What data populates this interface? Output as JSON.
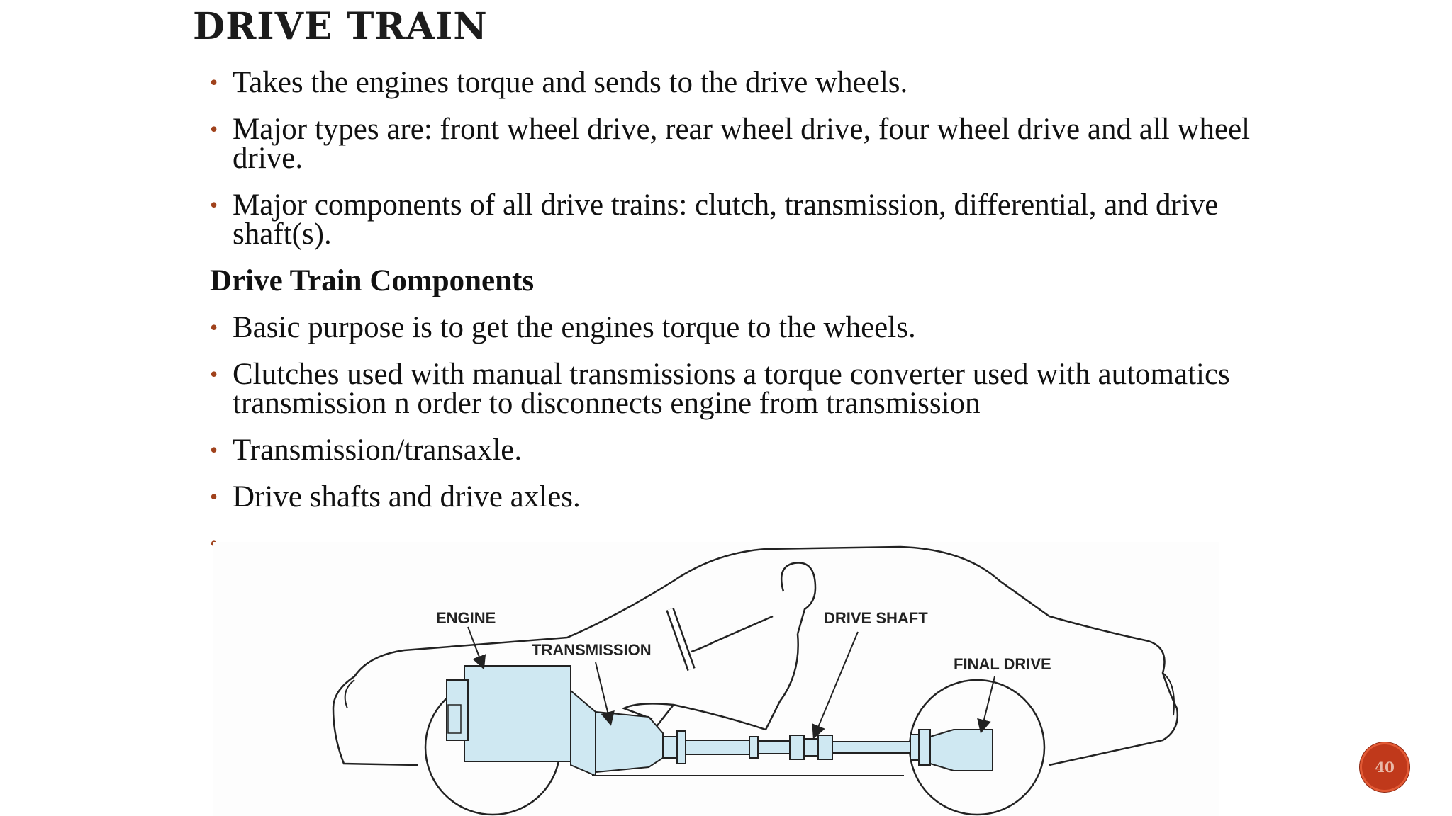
{
  "slide": {
    "title": "DRIVE TRAIN",
    "bullets_top": [
      "Takes the engines torque and sends to the drive wheels.",
      "Major types are: front wheel drive, rear wheel drive, four wheel drive and all wheel drive.",
      "Major components of all drive trains: clutch, transmission, differential, and drive shaft(s)."
    ],
    "subheading": "Drive Train Components",
    "bullets_bottom": [
      "Basic purpose is to get the engines torque to the wheels.",
      "Clutches used with manual transmissions a torque converter used with automatics transmission n order to disconnects engine from transmission",
      "Transmission/transaxle.",
      "Drive shafts and drive axles.",
      ""
    ],
    "bullet_glyph": "•",
    "page_number": "40"
  },
  "diagram": {
    "labels": {
      "engine": "ENGINE",
      "transmission": "TRANSMISSION",
      "drive_shaft": "DRIVE SHAFT",
      "final_drive": "FINAL DRIVE"
    }
  },
  "colors": {
    "bullet": "#a0421c",
    "component_fill": "#cfe8f2",
    "badge": "#c0391b"
  }
}
